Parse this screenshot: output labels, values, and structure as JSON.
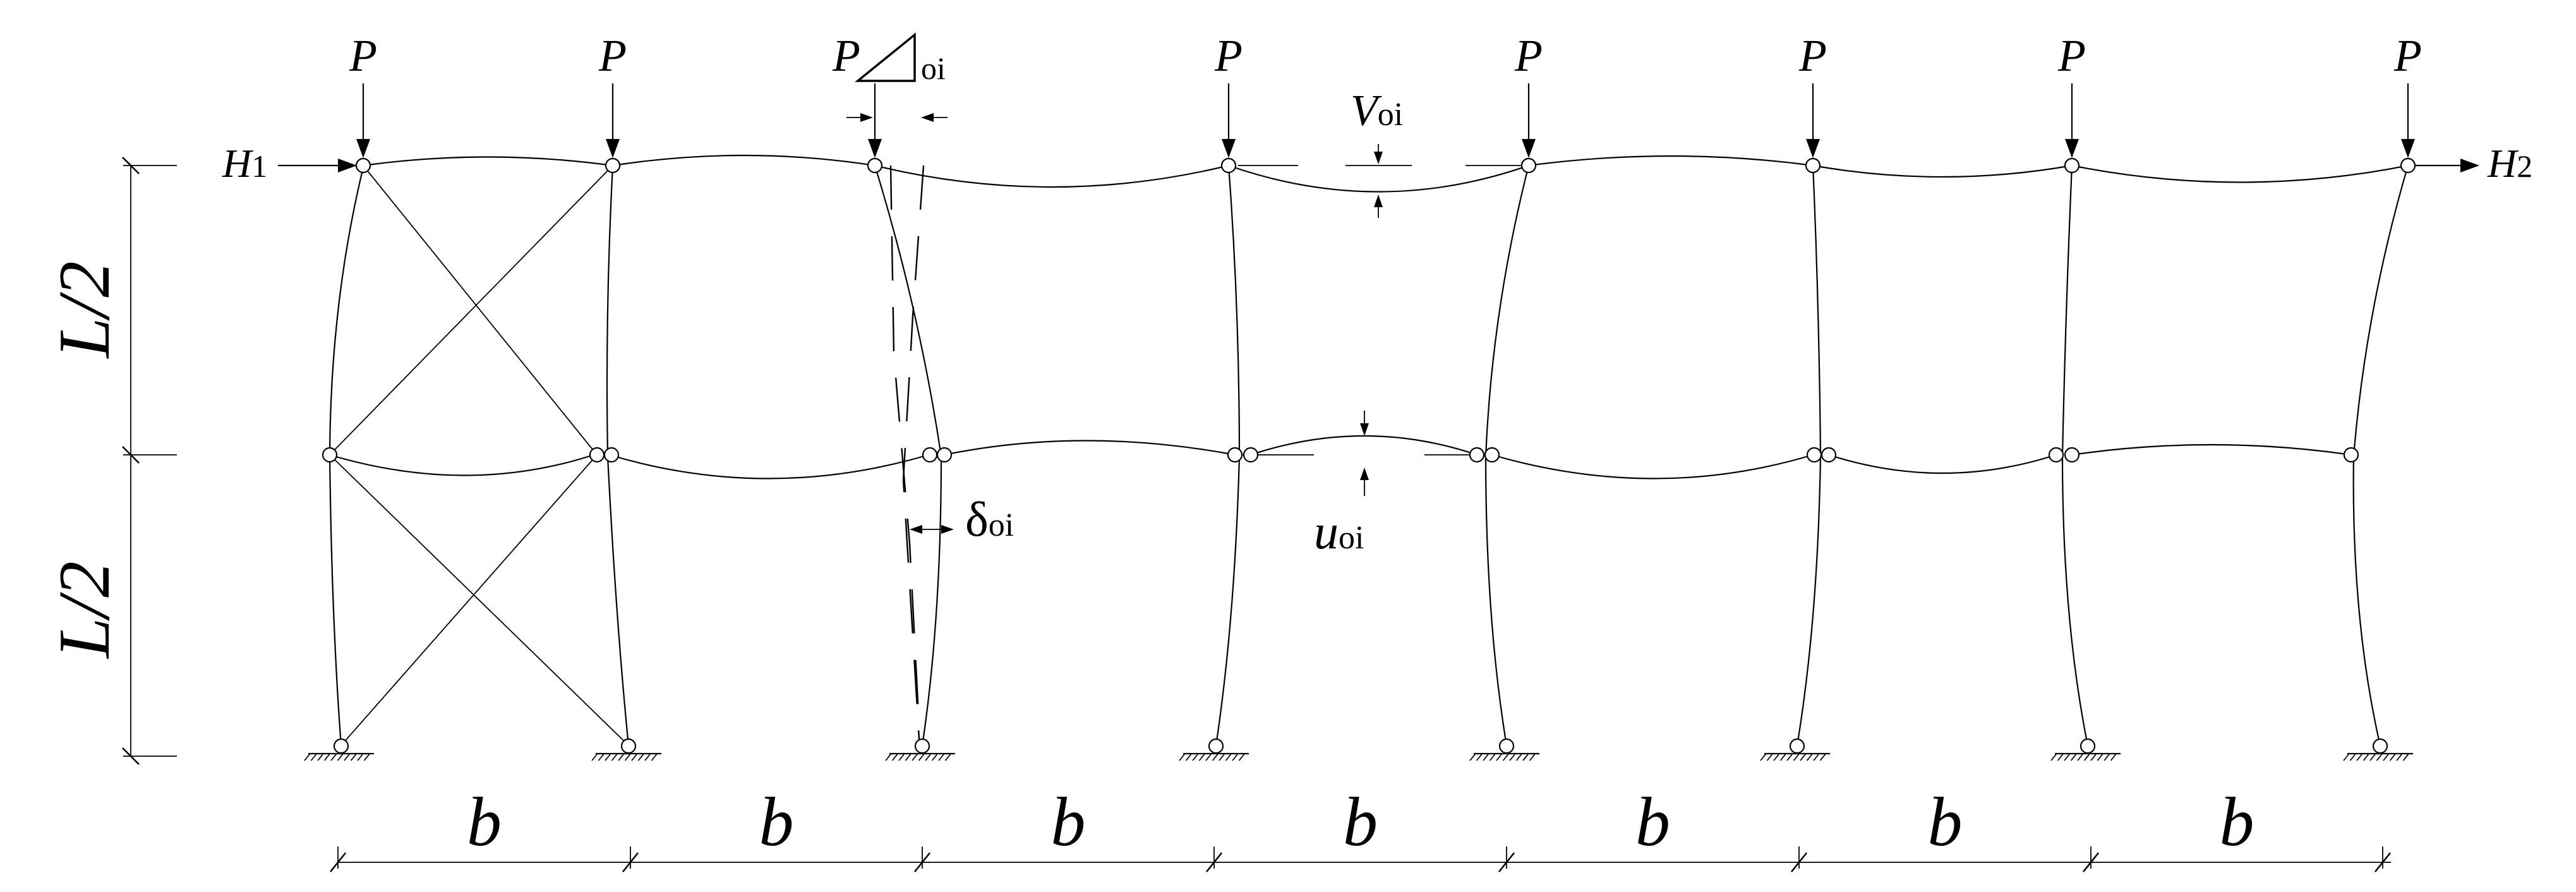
{
  "labels": {
    "load": "P",
    "load_delta_sub": "oi",
    "h_left_main": "H",
    "h_left_sub": "1",
    "h_right_main": "H",
    "h_right_sub": "2",
    "v_main": "V",
    "v_sub": "oi",
    "u_main": "u",
    "u_sub": "oi",
    "delta_main": "δ",
    "delta_sub": "oi",
    "half_span": "L/2",
    "bay": "b"
  },
  "frame": {
    "bays": 7,
    "tiers": 2,
    "braced_bay": 1
  },
  "colors": {
    "line": "#000000",
    "background": "#ffffff"
  }
}
